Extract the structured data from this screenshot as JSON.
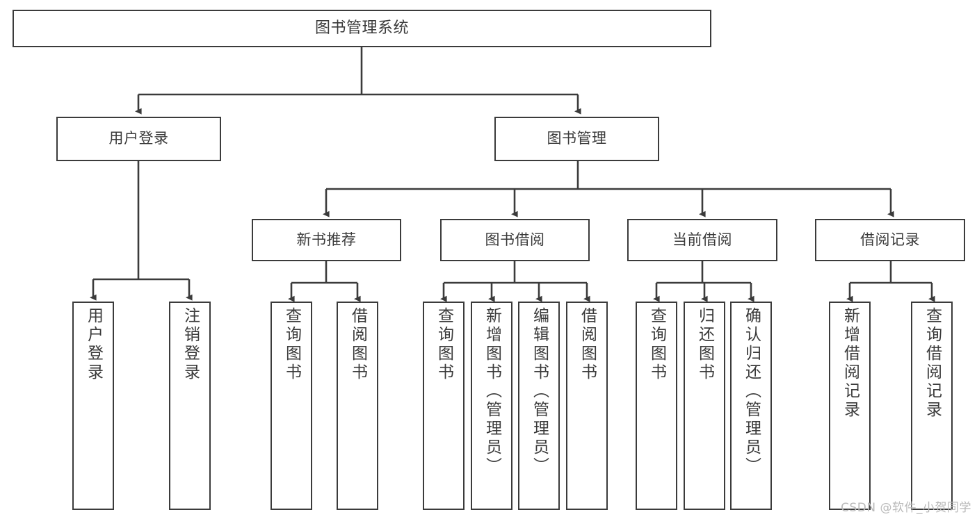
{
  "diagram": {
    "type": "tree",
    "title": "图书管理系统",
    "watermark": "CSDN @软件_小贺同学",
    "colors": {
      "box_border": "#3b3b3b",
      "box_fill": "#ffffff",
      "text": "#3a3a3a",
      "edge": "#3b3b3b",
      "watermark": "#b9b9b9",
      "background": "#ffffff"
    },
    "nodes": {
      "root": {
        "label": "图书管理系统"
      },
      "level2": [
        {
          "id": "user-login",
          "label": "用户登录"
        },
        {
          "id": "book-manage",
          "label": "图书管理"
        }
      ],
      "level3": [
        {
          "id": "new-book-recommend",
          "label": "新书推荐"
        },
        {
          "id": "book-borrow",
          "label": "图书借阅"
        },
        {
          "id": "current-borrow",
          "label": "当前借阅"
        },
        {
          "id": "borrow-record",
          "label": "借阅记录"
        }
      ],
      "leaves": {
        "user-login": [
          {
            "id": "leaf-user-login",
            "label": "用户登录"
          },
          {
            "id": "leaf-logout-login",
            "label": "注销登录"
          }
        ],
        "new-book-recommend": [
          {
            "id": "leaf-query-book-1",
            "label": "查询图书"
          },
          {
            "id": "leaf-borrow-book-1",
            "label": "借阅图书"
          }
        ],
        "book-borrow": [
          {
            "id": "leaf-query-book-2",
            "label": "查询图书"
          },
          {
            "id": "leaf-add-book",
            "label": "新增图书（管理员）"
          },
          {
            "id": "leaf-edit-book",
            "label": "编辑图书（管理员）"
          },
          {
            "id": "leaf-borrow-book-2",
            "label": "借阅图书"
          }
        ],
        "current-borrow": [
          {
            "id": "leaf-query-book-3",
            "label": "查询图书"
          },
          {
            "id": "leaf-return-book",
            "label": "归还图书"
          },
          {
            "id": "leaf-confirm-return",
            "label": "确认归还（管理员）"
          }
        ],
        "borrow-record": [
          {
            "id": "leaf-add-record",
            "label": "新增借阅记录"
          },
          {
            "id": "leaf-query-record",
            "label": "查询借阅记录"
          }
        ]
      }
    }
  }
}
